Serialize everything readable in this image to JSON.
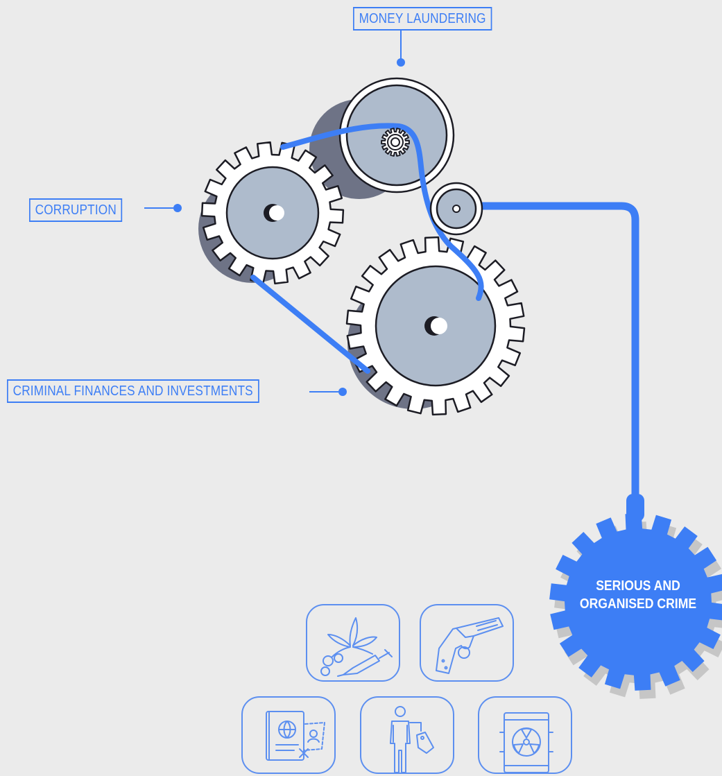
{
  "labels": {
    "money_laundering": "MONEY LAUNDERING",
    "corruption": "CORRUPTION",
    "criminal_finances": "CRIMINAL FINANCES AND INVESTMENTS",
    "serious_crime_line1": "SERIOUS AND",
    "serious_crime_line2": "ORGANISED CRIME"
  },
  "colors": {
    "background": "#ebebeb",
    "accent_blue": "#3d7ef5",
    "gear_face": "#aebbcc",
    "gear_shadow": "#6e7386",
    "outline": "#1c1c24"
  },
  "icons": [
    "drugs-icon",
    "firearm-icon",
    "document-fraud-icon",
    "human-trafficking-icon",
    "hazardous-waste-icon"
  ]
}
